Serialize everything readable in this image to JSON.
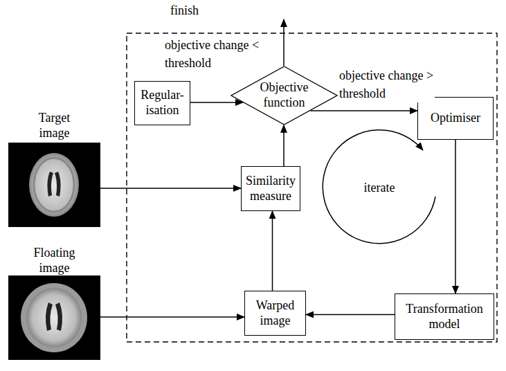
{
  "diagram": {
    "nodes": [
      {
        "text": [
          "Regular- isation"
        ]
      },
      {
        "text": [
          "Objective function"
        ]
      },
      {
        "text": [
          "Optimiser"
        ]
      },
      {
        "text": [
          "Target image"
        ]
      },
      {
        "text": [
          "Similarity measure"
        ]
      },
      {
        "text": [
          "Floating image"
        ]
      },
      {
        "text": [
          "Warped image"
        ]
      },
      {
        "text": [
          "Transformation model"
        ]
      }
    ],
    "edges": [
      {
        "from": 0,
        "to": 1,
        "arrow": "to"
      },
      {
        "from": 1,
        "to": 2,
        "arrow": "to",
        "label": "objective change > threshold"
      },
      {
        "from": 2,
        "to": 7,
        "arrow": "to"
      },
      {
        "from": 7,
        "to": 6,
        "arrow": "to"
      },
      {
        "from": 5,
        "to": 6,
        "arrow": "to"
      },
      {
        "from": 6,
        "to": 4,
        "arrow": "to"
      },
      {
        "from": 3,
        "to": 4,
        "arrow": "to"
      },
      {
        "from": 4,
        "to": 1,
        "arrow": "to"
      }
    ],
    "labels": [
      "finish",
      "objective change < threshold",
      "iterate"
    ]
  }
}
